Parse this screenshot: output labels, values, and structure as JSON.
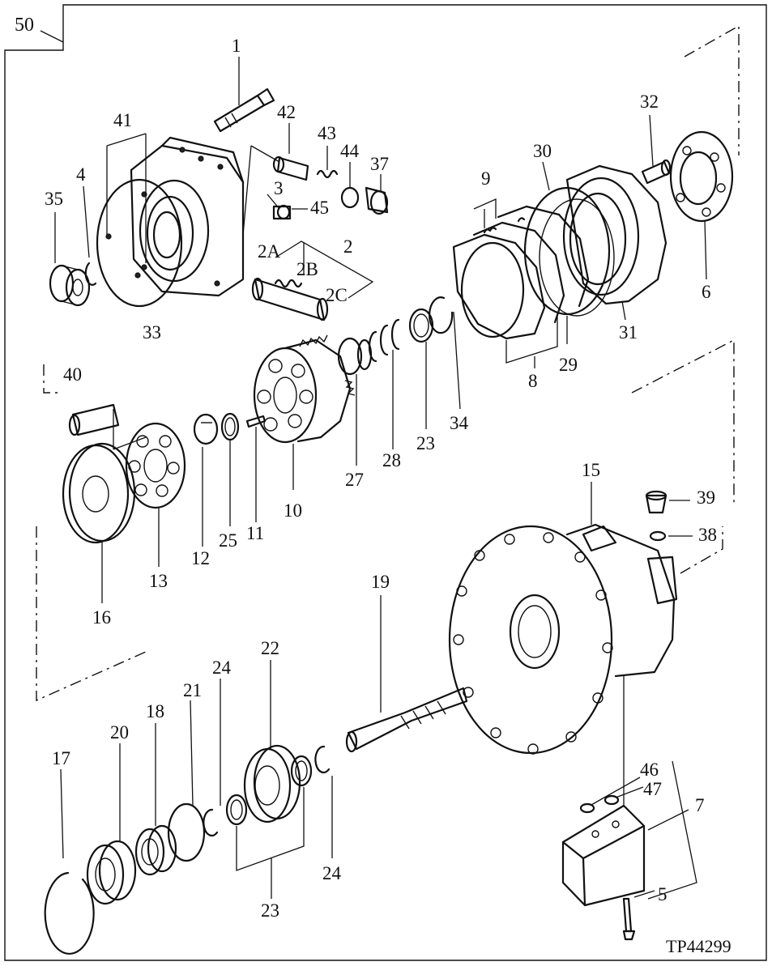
{
  "figure": {
    "group_callout": "50",
    "figure_code": "TP44299"
  },
  "callouts": {
    "c1": "1",
    "c2": "2",
    "c2A": "2A",
    "c2B": "2B",
    "c2C": "2C",
    "c3": "3",
    "c4": "4",
    "c5": "5",
    "c6": "6",
    "c7": "7",
    "c8": "8",
    "c9": "9",
    "c10": "10",
    "c11": "11",
    "c12": "12",
    "c13": "13",
    "c15": "15",
    "c16": "16",
    "c17": "17",
    "c18": "18",
    "c19": "19",
    "c20": "20",
    "c21": "21",
    "c22": "22",
    "c23a": "23",
    "c23b": "23",
    "c24a": "24",
    "c24b": "24",
    "c25": "25",
    "c27": "27",
    "c28": "28",
    "c29": "29",
    "c30": "30",
    "c31": "31",
    "c32": "32",
    "c33": "33",
    "c34": "34",
    "c35": "35",
    "c37": "37",
    "c38": "38",
    "c39": "39",
    "c40": "40",
    "c41": "41",
    "c42": "42",
    "c43": "43",
    "c44": "44",
    "c45": "45",
    "c46": "46",
    "c47": "47"
  }
}
